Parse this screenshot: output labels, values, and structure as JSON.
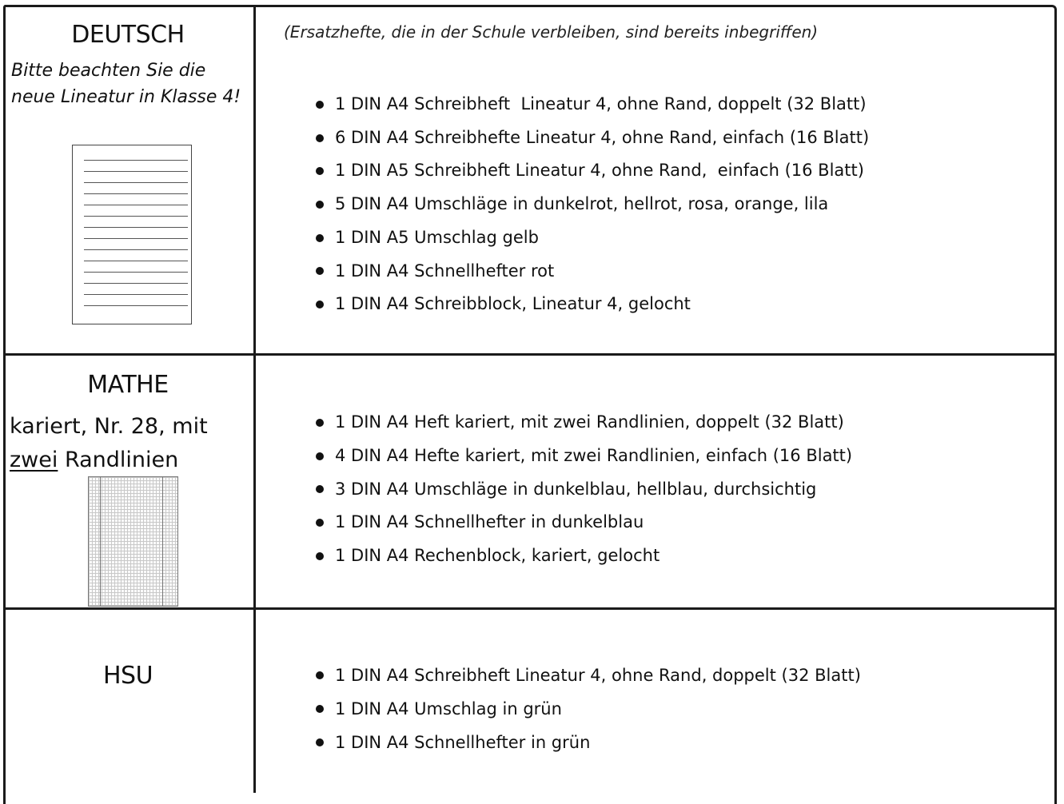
{
  "header_note": "(Ersatzhefte, die in der Schule verbleiben, sind bereits inbegriffen)",
  "sections": [
    {
      "subject": "DEUTSCH",
      "note": "Bitte beachten Sie die neue Lineatur in Klasse 4!",
      "image": "lined-paper-icon",
      "items": [
        "1 DIN A4 Schreibheft  Lineatur 4, ohne Rand, doppelt (32 Blatt)",
        "6 DIN A4 Schreibhefte Lineatur 4, ohne Rand, einfach (16 Blatt)",
        "1 DIN A5 Schreibheft Lineatur 4, ohne Rand,  einfach (16 Blatt)",
        "5 DIN A4 Umschläge in dunkelrot, hellrot, rosa, orange, lila",
        "1 DIN A5 Umschlag gelb",
        "1 DIN A4 Schnellhefter rot",
        "1 DIN A4 Schreibblock, Lineatur 4, gelocht"
      ]
    },
    {
      "subject": "MATHE",
      "note_line1": "kariert, Nr. 28, mit",
      "note_underlined": "zwei",
      "note_rest": " Randlinien",
      "image": "grid-paper-icon",
      "items": [
        "1 DIN A4 Heft kariert, mit zwei Randlinien, doppelt (32 Blatt)",
        "4 DIN A4 Hefte kariert, mit zwei Randlinien, einfach (16 Blatt)",
        "3 DIN A4 Umschläge in dunkelblau, hellblau, durchsichtig",
        "1 DIN A4 Schnellhefter in dunkelblau",
        "1 DIN A4 Rechenblock, kariert, gelocht"
      ]
    },
    {
      "subject": "HSU",
      "items": [
        "1 DIN A4 Schreibheft Lineatur 4, ohne Rand, doppelt (32 Blatt)",
        "1 DIN A4 Umschlag in grün",
        "1 DIN A4 Schnellhefter in grün"
      ]
    }
  ]
}
